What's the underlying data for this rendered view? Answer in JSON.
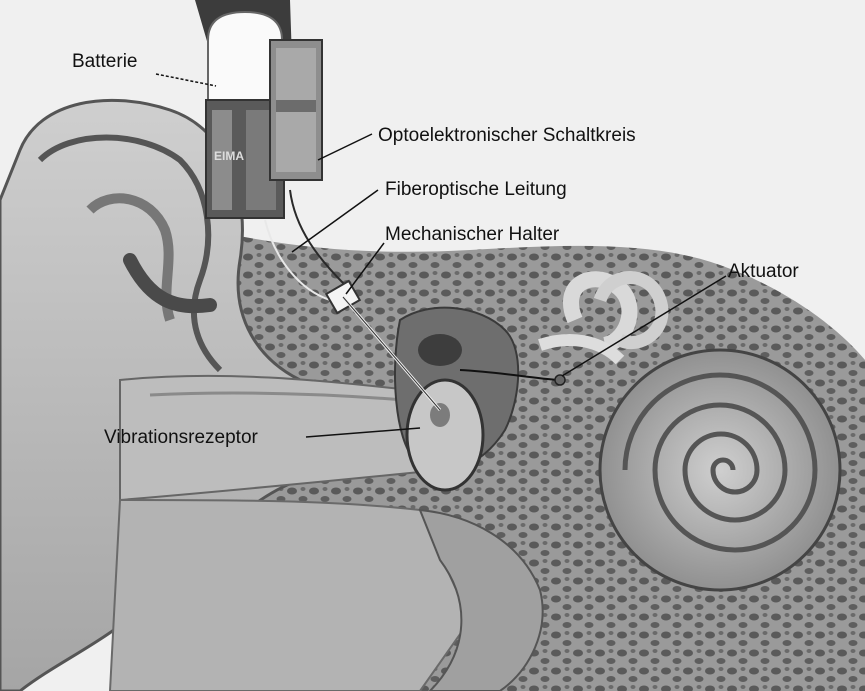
{
  "labels": {
    "battery": "Batterie",
    "circuit": "Optoelektronischer Schaltkreis",
    "fiber": "Fiberoptische Leitung",
    "holder": "Mechanischer Halter",
    "actuator": "Aktuator",
    "receptor": "Vibrationsrezeptor"
  },
  "device_text": {
    "battery_mark": "EIMA"
  }
}
